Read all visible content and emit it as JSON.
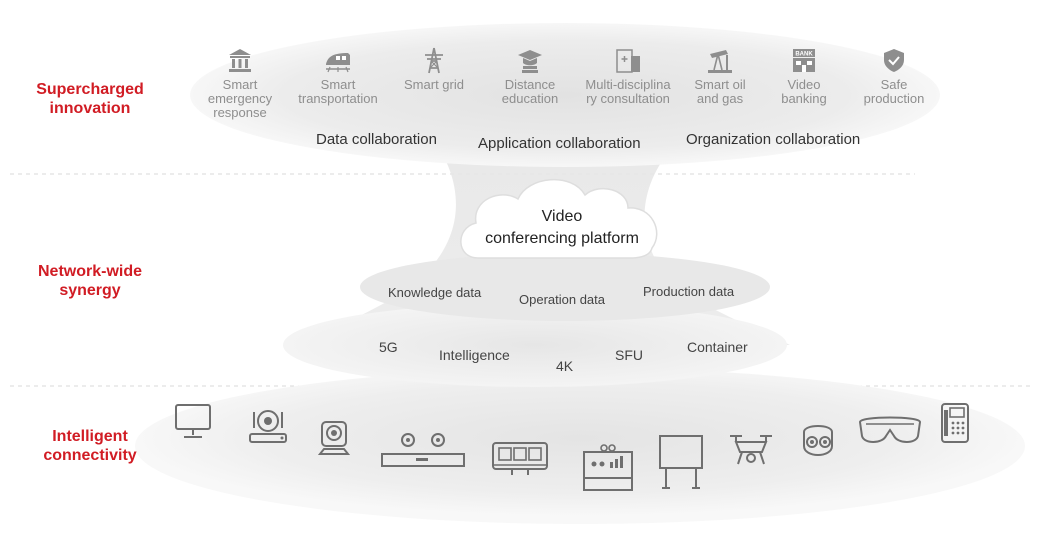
{
  "layers": {
    "top_label": "Supercharged\ninnovation",
    "middle_label": "Network-wide\nsynergy",
    "bottom_label": "Intelligent\nconnectivity"
  },
  "applications": [
    {
      "icon": "bank-icon",
      "label": "Smart\nemergency\nresponse"
    },
    {
      "icon": "train-icon",
      "label": "Smart\ntransportation"
    },
    {
      "icon": "power-tower-icon",
      "label": "Smart grid"
    },
    {
      "icon": "graduation-cap-icon",
      "label": "Distance\neducation"
    },
    {
      "icon": "medical-consultation-icon",
      "label": "Multi-disciplina\nry consultation"
    },
    {
      "icon": "oil-pump-icon",
      "label": "Smart oil\nand gas"
    },
    {
      "icon": "bank-building-icon",
      "label": "Video\nbanking",
      "badge": "BANK"
    },
    {
      "icon": "shield-check-icon",
      "label": "Safe\nproduction"
    }
  ],
  "collaboration": {
    "data": "Data collaboration",
    "application": "Application collaboration",
    "organization": "Organization collaboration"
  },
  "platform": {
    "title": "Video\nconferencing platform"
  },
  "data_types": {
    "knowledge": "Knowledge data",
    "operation": "Operation data",
    "production": "Production data"
  },
  "technologies": {
    "g5": "5G",
    "intelligence": "Intelligence",
    "k4": "4K",
    "sfu": "SFU",
    "container": "Container"
  },
  "devices": [
    "monitor-icon",
    "ptz-camera-icon",
    "webcam-icon",
    "video-bar-icon",
    "video-wall-icon",
    "smart-board-icon",
    "whiteboard-stand-icon",
    "drone-icon",
    "dome-camera-icon",
    "vr-glasses-icon",
    "desk-phone-icon"
  ],
  "colors": {
    "accent_red": "#d11c24",
    "icon_gray": "#8e8e8e",
    "device_gray": "#6f6f6f"
  }
}
